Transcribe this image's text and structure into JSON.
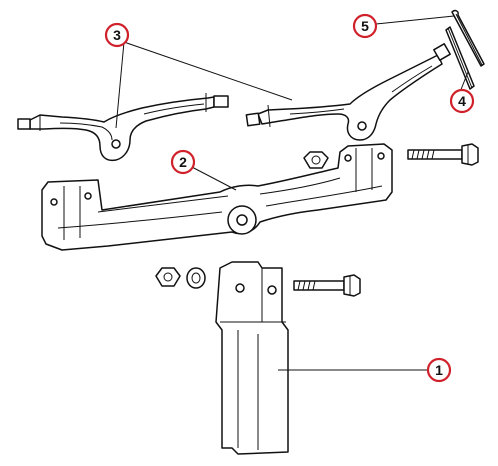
{
  "callouts": {
    "c1": "1",
    "c2": "2",
    "c3": "3",
    "c4": "4",
    "c5": "5"
  },
  "colors": {
    "callout_ring": "#d0202a",
    "line": "#111111",
    "background": "#ffffff"
  }
}
